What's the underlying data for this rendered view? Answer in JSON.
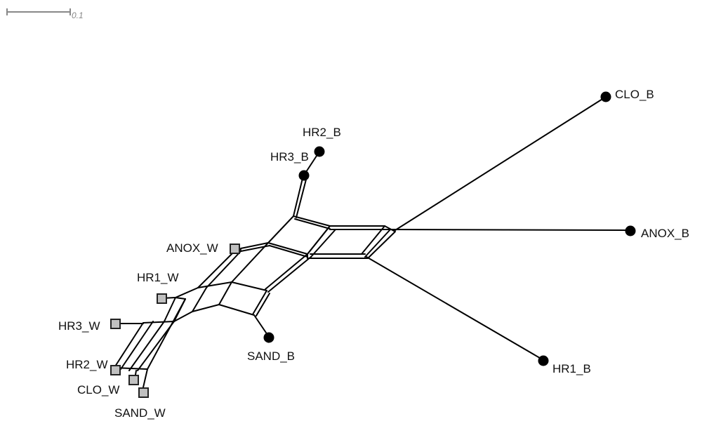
{
  "scale": {
    "label": "0.1"
  },
  "taxa": {
    "clo_b": "CLO_B",
    "hr2_b": "HR2_B",
    "hr3_b": "HR3_B",
    "anox_b": "ANOX_B",
    "anox_w": "ANOX_W",
    "hr1_w": "HR1_W",
    "hr3_w": "HR3_W",
    "sand_b": "SAND_B",
    "hr2_w": "HR2_W",
    "clo_w": "CLO_W",
    "sand_w": "SAND_W",
    "hr1_b": "HR1_B"
  },
  "colors": {
    "line": "#000000",
    "bacteria_node": "#000000",
    "water_node": "#c0c0c0"
  }
}
